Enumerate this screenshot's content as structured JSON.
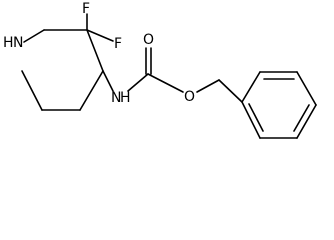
{
  "molecule": {
    "atoms": {
      "ring_nitrogen": "N",
      "ring_nitrogen_h": "H",
      "fluorine_top": "F",
      "fluorine_right": "F",
      "amide_nitrogen": "N",
      "amide_nitrogen_h": "H",
      "carbonyl_oxygen": "O",
      "ester_oxygen": "O"
    }
  },
  "colors": {
    "bond": "#000000",
    "label": "#000000",
    "background": "#ffffff"
  }
}
